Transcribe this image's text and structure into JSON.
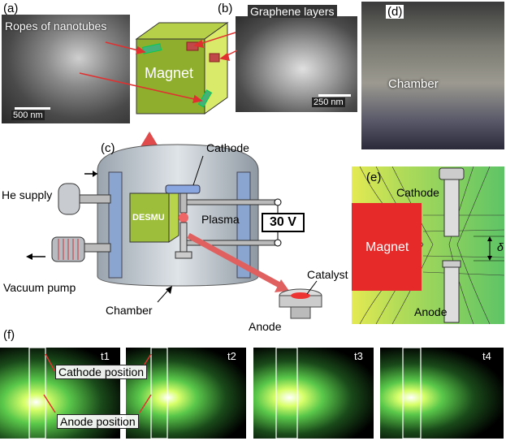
{
  "panels": {
    "a": {
      "letter": "(a)",
      "title": "Ropes of nanotubes",
      "scale": "500 nm"
    },
    "b": {
      "letter": "(b)",
      "title": "Graphene layers",
      "scale": "250 nm"
    },
    "c": {
      "letter": "(c)",
      "magnet": "Magnet",
      "cathode": "Cathode",
      "he_supply": "He supply",
      "desmu": "DESMU",
      "plasma": "Plasma",
      "voltage": "30 V",
      "vacuum_pump": "Vacuum pump",
      "catalyst": "Catalyst",
      "chamber": "Chamber",
      "anode": "Anode"
    },
    "d": {
      "letter": "(d)",
      "chamber": "Chamber"
    },
    "e": {
      "letter": "(e)",
      "cathode": "Cathode",
      "magnet": "Magnet",
      "anode": "Anode",
      "gap": "δ"
    },
    "f": {
      "letter": "(f)",
      "frames": [
        "t1",
        "t2",
        "t3",
        "t4"
      ],
      "cathode_position": "Cathode position",
      "anode_position": "Anode position"
    }
  },
  "colors": {
    "magnet_green": "#8fae2e",
    "magnet_red": "#e02020",
    "arrow_red": "#e03030",
    "field_green": "#7ccf5a",
    "field_yellow": "#d8e84a"
  }
}
